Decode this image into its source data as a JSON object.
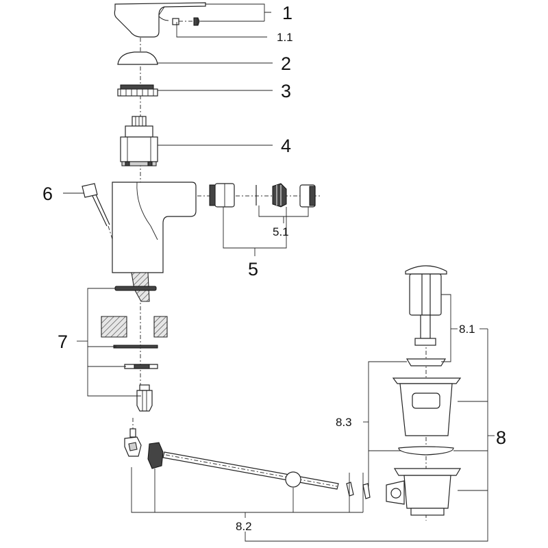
{
  "labels": {
    "l1": "1",
    "l1_1": "1.1",
    "l2": "2",
    "l3": "3",
    "l4": "4",
    "l5": "5",
    "l5_1": "5.1",
    "l6": "6",
    "l7": "7",
    "l8": "8",
    "l8_1": "8.1",
    "l8_2": "8.2",
    "l8_3": "8.3"
  }
}
